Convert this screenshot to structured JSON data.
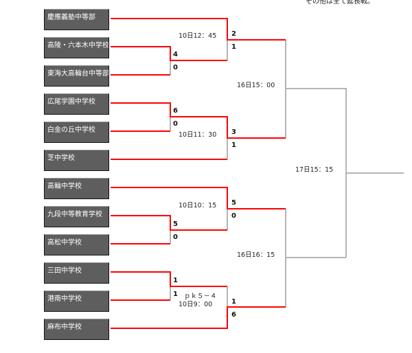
{
  "note": "その他は全て延長戦。",
  "teams": [
    "慶應義塾中等部",
    "高陵・六本木中学校",
    "東海大高輪台中等部",
    "広尾学園中学校",
    "白金の丘中学校",
    "芝中学校",
    "高輪中学校",
    "九段中等教育学校",
    "高松中学校",
    "三田中学校",
    "港南中学校",
    "麻布中学校"
  ],
  "matches": {
    "r1_a": {
      "time": "10日12：45",
      "top": "2",
      "bottom": "1"
    },
    "r0_a": {
      "top": "4",
      "bottom": "0"
    },
    "r0_b": {
      "top": "6",
      "bottom": "0"
    },
    "r1_b": {
      "time": "10日11：30",
      "top": "3",
      "bottom": "1"
    },
    "r1_c": {
      "time": "10日10：15",
      "top": "5",
      "bottom": "0"
    },
    "r0_c": {
      "top": "5",
      "bottom": "0"
    },
    "r0_d": {
      "top": "1",
      "bottom": "1",
      "pk": "ｐｋ５－４",
      "time": "10日9：00"
    },
    "r1_d": {
      "top": "1",
      "bottom": "6"
    },
    "semi_a": {
      "time": "16日15：00"
    },
    "semi_b": {
      "time": "16日16：15"
    },
    "final": {
      "time": "17日15：15"
    }
  },
  "colors": {
    "win": "#ff0000",
    "lose": "#b4b4b4",
    "box": "#5e5e5e"
  }
}
